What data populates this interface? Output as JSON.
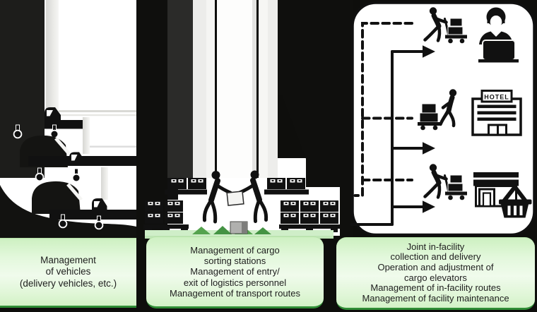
{
  "figure": {
    "panels": [
      {
        "id": "vehicles",
        "illustration": "delivery-trucks",
        "label": "Management\nof vehicles\n(delivery vehicles, etc.)"
      },
      {
        "id": "cargo-sorting",
        "illustration": "workers-transferring-cargo-between-crate-stacks",
        "label": "Management of cargo\nsorting stations\nManagement of entry/\nexit of logistics personnel\nManagement of transport routes"
      },
      {
        "id": "in-facility",
        "illustration": "in-facility-delivery-route-map",
        "hotel_sign": "HOTEL",
        "label": "Joint in-facility\ncollection and delivery\nOperation and adjustment of\ncargo elevators\nManagement of in-facility routes\nManagement of facility maintenance"
      }
    ],
    "colors": {
      "background": "#0e0e0c",
      "ink": "#111111",
      "panel_white": "#ffffff",
      "label_green_light": "#cdf0c1",
      "label_green_pale": "#f0fbec",
      "label_border_green": "#2f8d35",
      "ground_strip_green": "#cfeec8",
      "triangle_green": "#55a34e"
    }
  }
}
